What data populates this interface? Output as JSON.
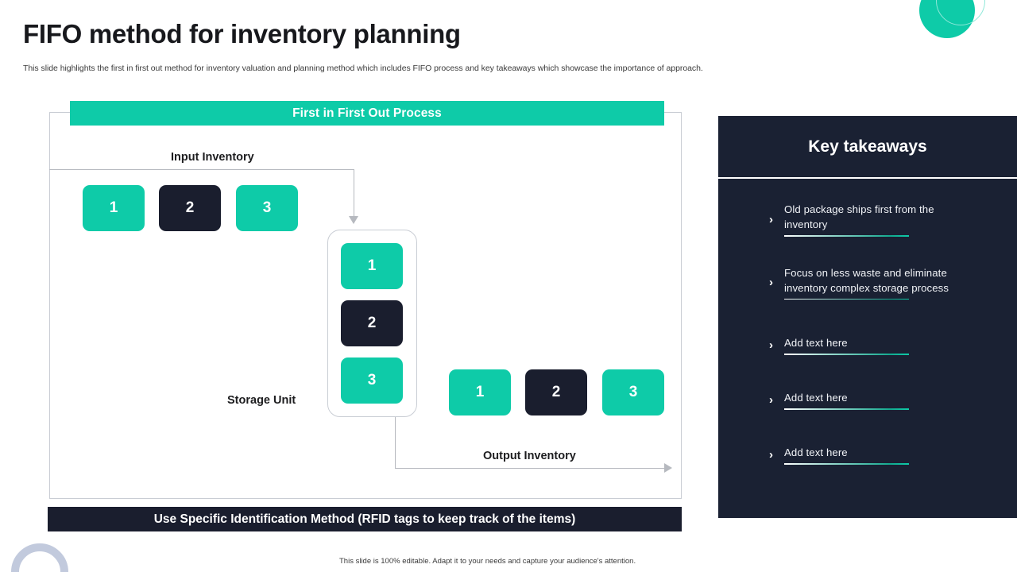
{
  "header": {
    "title": "FIFO method for inventory planning",
    "subtitle": "This slide highlights the first in first out method for inventory valuation and planning method which includes FIFO process and key takeaways which showcase the importance of approach."
  },
  "process": {
    "banner_title": "First in First Out Process",
    "input_label": "Input Inventory",
    "storage_label": "Storage Unit",
    "output_label": "Output Inventory",
    "input_boxes": [
      {
        "label": "1",
        "color": "teal"
      },
      {
        "label": "2",
        "color": "navy"
      },
      {
        "label": "3",
        "color": "teal"
      }
    ],
    "storage_boxes": [
      {
        "label": "1",
        "color": "teal"
      },
      {
        "label": "2",
        "color": "navy"
      },
      {
        "label": "3",
        "color": "teal"
      }
    ],
    "output_boxes": [
      {
        "label": "1",
        "color": "teal"
      },
      {
        "label": "2",
        "color": "navy"
      },
      {
        "label": "3",
        "color": "teal"
      }
    ],
    "bottom_bar_text": "Use Specific Identification Method (RFID tags to keep track of the items)"
  },
  "key_takeaways": {
    "title": "Key takeaways",
    "items": [
      {
        "text": "Old package ships first from the inventory"
      },
      {
        "text": "Focus on less waste and eliminate inventory  complex storage process"
      },
      {
        "text": "Add  text  here"
      },
      {
        "text": "Add  text  here"
      },
      {
        "text": "Add  text  here"
      }
    ]
  },
  "footer": {
    "note": "This slide is 100% editable.  Adapt it to your needs and capture your audience's attention."
  },
  "colors": {
    "accent_teal": "#0ECBA8",
    "dark_navy": "#1A1E2E",
    "panel_navy": "#1A2133",
    "connector_gray": "#b6b9bf"
  },
  "icons": {
    "chevron_right": "›"
  }
}
